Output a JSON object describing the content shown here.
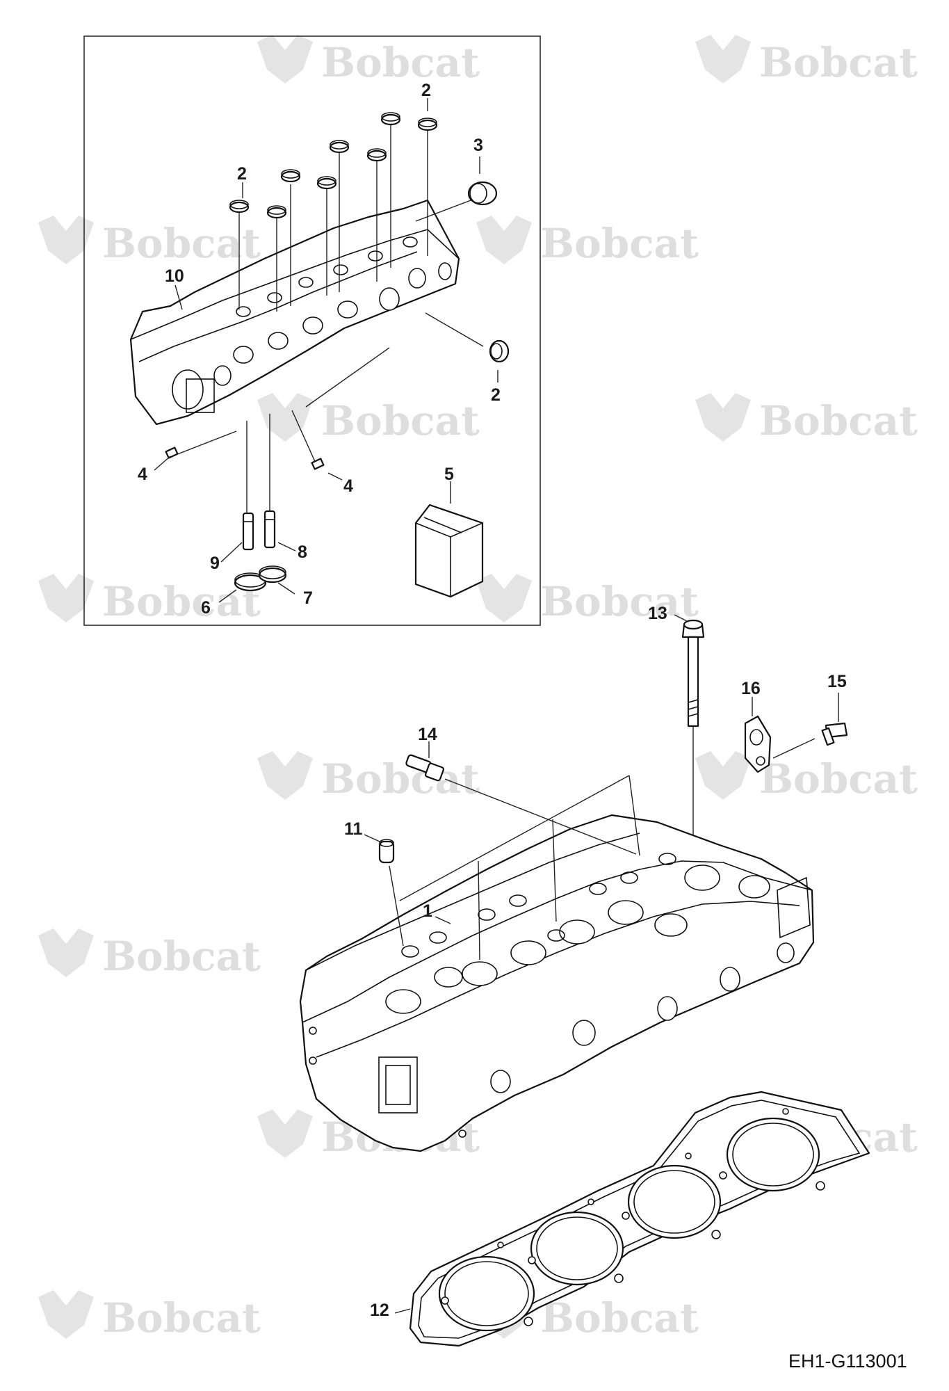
{
  "watermark": {
    "brand": "Bobcat",
    "registered": "®"
  },
  "callouts": {
    "c1": "1",
    "c2a": "2",
    "c2b": "2",
    "c2c": "2",
    "c3": "3",
    "c4a": "4",
    "c4b": "4",
    "c5": "5",
    "c6": "6",
    "c7": "7",
    "c8": "8",
    "c9": "9",
    "c10": "10",
    "c11": "11",
    "c12": "12",
    "c13": "13",
    "c14": "14",
    "c15": "15",
    "c16": "16"
  },
  "drawing_ref": "EH1-G113001"
}
